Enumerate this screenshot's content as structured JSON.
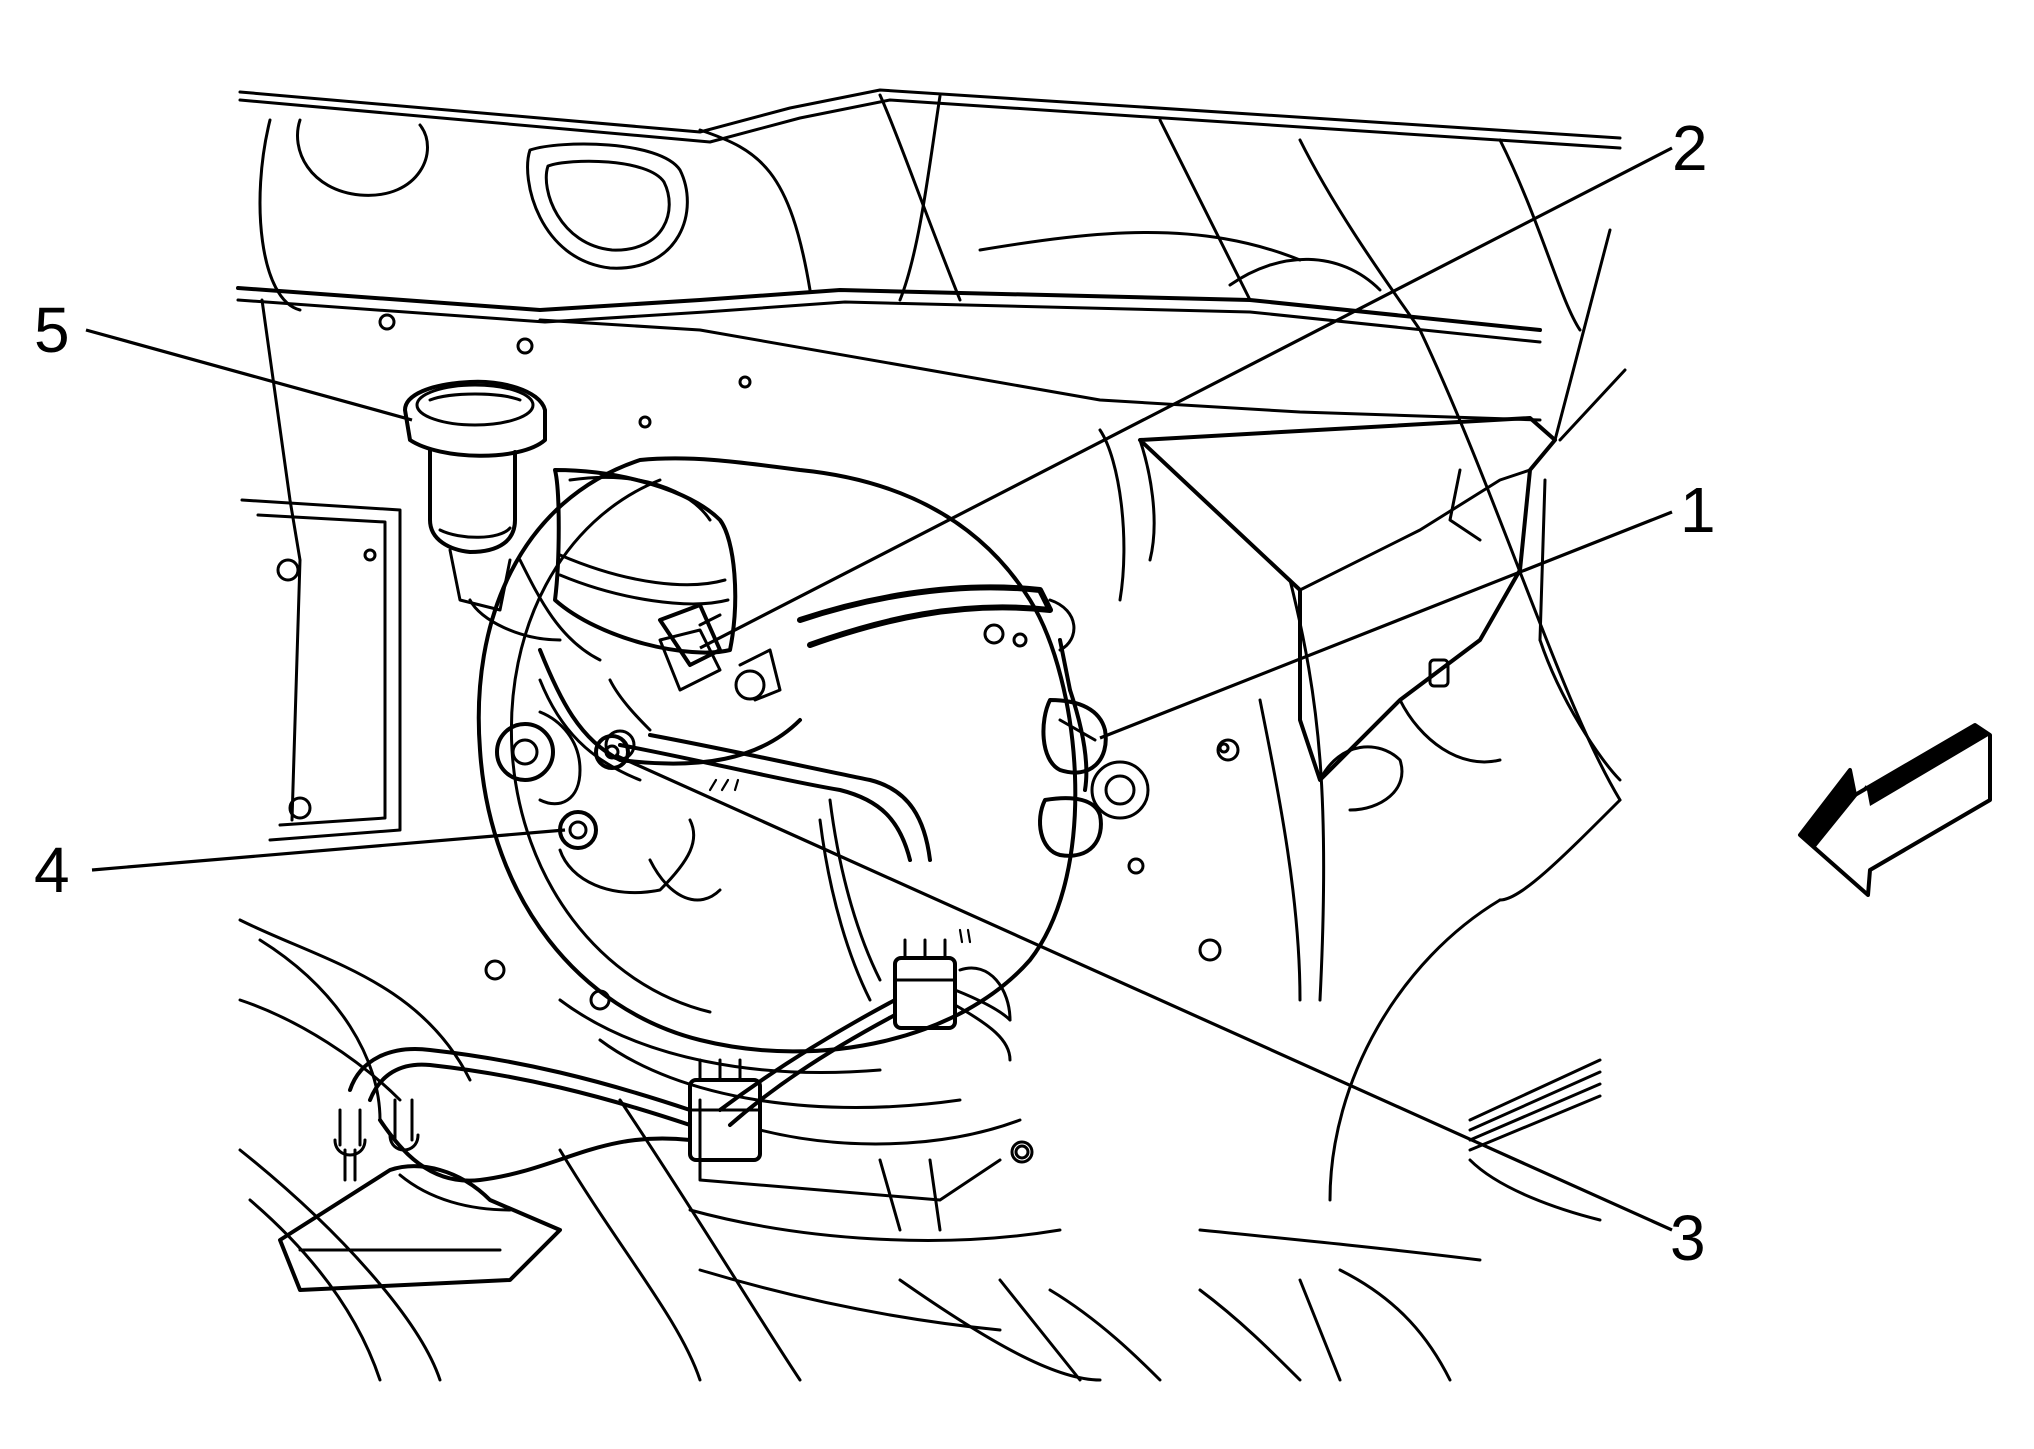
{
  "callouts": [
    {
      "id": "1",
      "label": "1"
    },
    {
      "id": "2",
      "label": "2"
    },
    {
      "id": "3",
      "label": "3"
    },
    {
      "id": "4",
      "label": "4"
    },
    {
      "id": "5",
      "label": "5"
    }
  ],
  "icons": {
    "view_arrow": "view-direction-arrow-icon"
  },
  "colors": {
    "ink": "#000000",
    "background": "#ffffff"
  }
}
